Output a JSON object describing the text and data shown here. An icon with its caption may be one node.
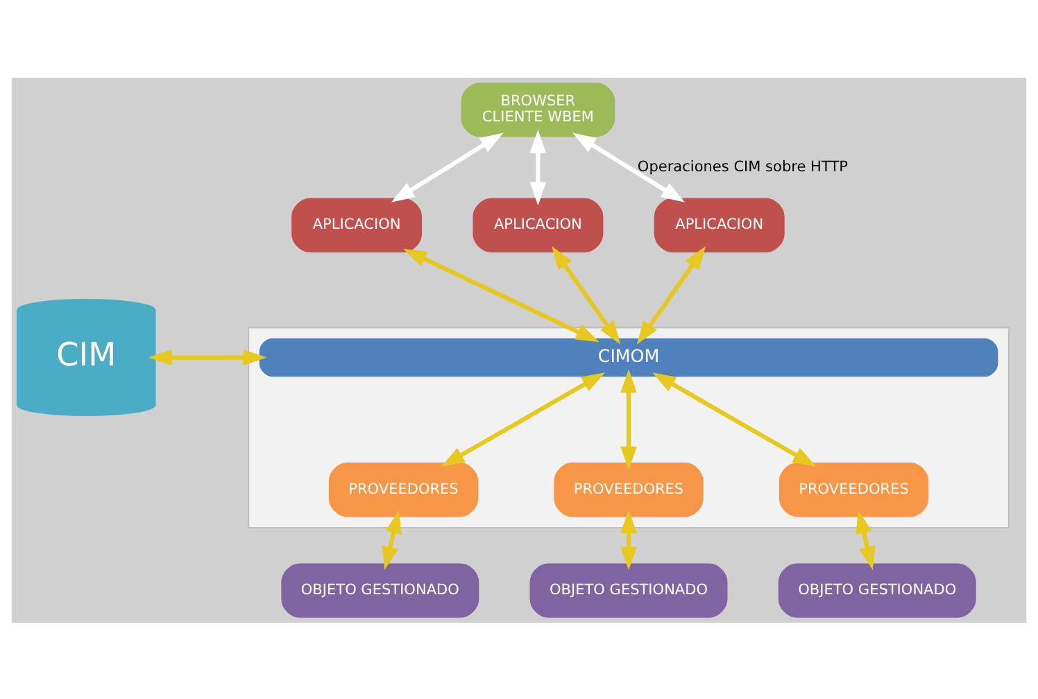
{
  "diagram": {
    "nodes": [
      {
        "text": [
          "BROWSER",
          "CLIENTE WBEM"
        ]
      },
      {
        "text": [
          "APLICACION"
        ]
      },
      {
        "text": [
          "APLICACION"
        ]
      },
      {
        "text": [
          "APLICACION"
        ]
      },
      {
        "text": [],
        "shape": "box"
      },
      {
        "text": [
          "CIMOM"
        ],
        "in": 4
      },
      {
        "text": [
          "CIM"
        ]
      },
      {
        "text": [
          "PROVEEDORES"
        ],
        "in": 4
      },
      {
        "text": [
          "PROVEEDORES"
        ],
        "in": 4
      },
      {
        "text": [
          "PROVEEDORES"
        ],
        "in": 4
      },
      {
        "text": [
          "OBJETO GESTIONADO"
        ]
      },
      {
        "text": [
          "OBJETO GESTIONADO"
        ]
      },
      {
        "text": [
          "OBJETO GESTIONADO"
        ]
      }
    ],
    "edges": [
      {
        "from": 0,
        "to": 1,
        "arrow": "both",
        "color": "#ffffff"
      },
      {
        "from": 0,
        "to": 2,
        "arrow": "both",
        "color": "#ffffff"
      },
      {
        "from": 0,
        "to": 3,
        "arrow": "both",
        "color": "#ffffff",
        "label": "Operaciones CIM sobre HTTP"
      },
      {
        "from": 1,
        "to": 5,
        "arrow": "both"
      },
      {
        "from": 2,
        "to": 5,
        "arrow": "both"
      },
      {
        "from": 3,
        "to": 5,
        "arrow": "both"
      },
      {
        "from": 5,
        "to": 6,
        "arrow": "both"
      },
      {
        "from": 5,
        "to": 7,
        "arrow": "both"
      },
      {
        "from": 5,
        "to": 8,
        "arrow": "both"
      },
      {
        "from": 5,
        "to": 9,
        "arrow": "both"
      },
      {
        "from": 7,
        "to": 10,
        "arrow": "both"
      },
      {
        "from": 8,
        "to": 11,
        "arrow": "both"
      },
      {
        "from": 9,
        "to": 12,
        "arrow": "both"
      }
    ]
  }
}
